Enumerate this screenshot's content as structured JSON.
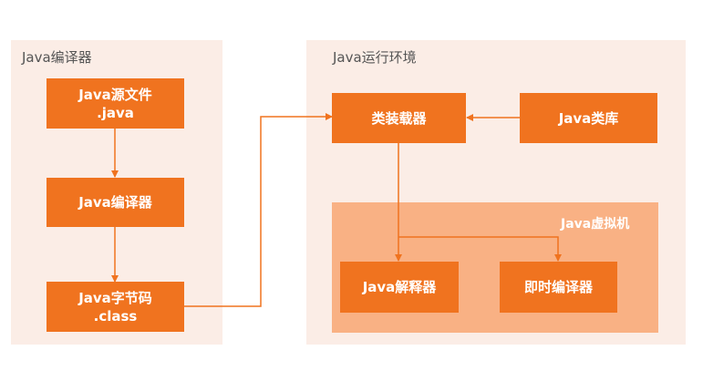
{
  "compiler_panel": {
    "title": "Java编译器",
    "source_file": {
      "line1": "Java源文件",
      "line2": ".java"
    },
    "compiler": "Java编译器",
    "bytecode": {
      "line1": "Java字节码",
      "line2": ".class"
    }
  },
  "runtime_panel": {
    "title": "Java运行环境",
    "class_loader": "类装载器",
    "class_library": "Java类库",
    "jvm": {
      "title": "Java虚拟机",
      "interpreter": "Java解释器",
      "jit_compiler": "即时编译器"
    }
  },
  "colors": {
    "panel_bg": "#fbede6",
    "node": "#f0731f",
    "jvm_bg": "#f9b184",
    "arrow": "#f0731f"
  }
}
